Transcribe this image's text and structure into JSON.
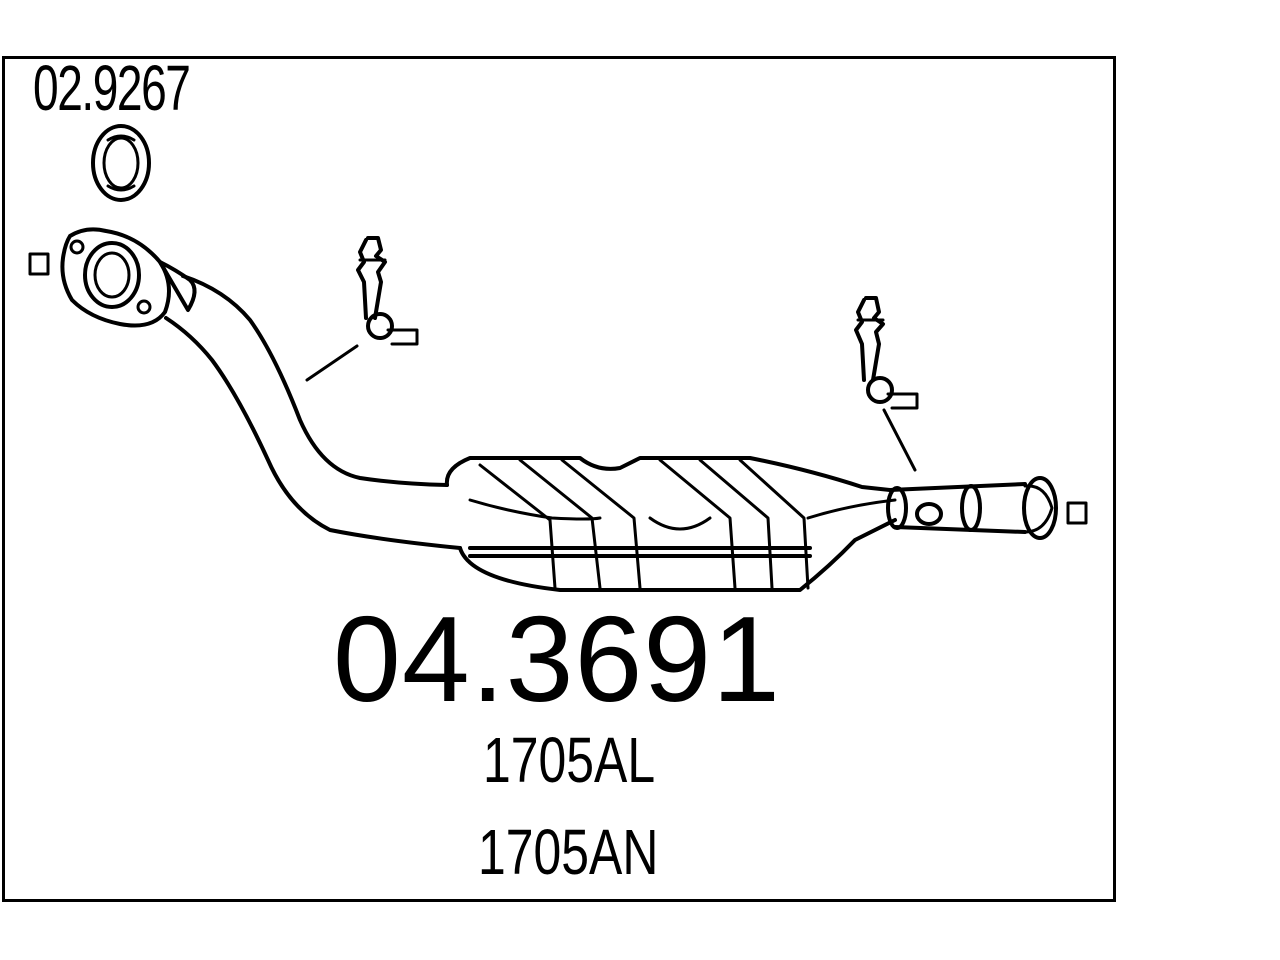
{
  "gasket_part_number": "02.9267",
  "main_part_number": "04.3691",
  "oe_numbers": [
    "1705AL",
    "1705AN"
  ],
  "colors": {
    "line": "#000000",
    "background": "#ffffff"
  }
}
